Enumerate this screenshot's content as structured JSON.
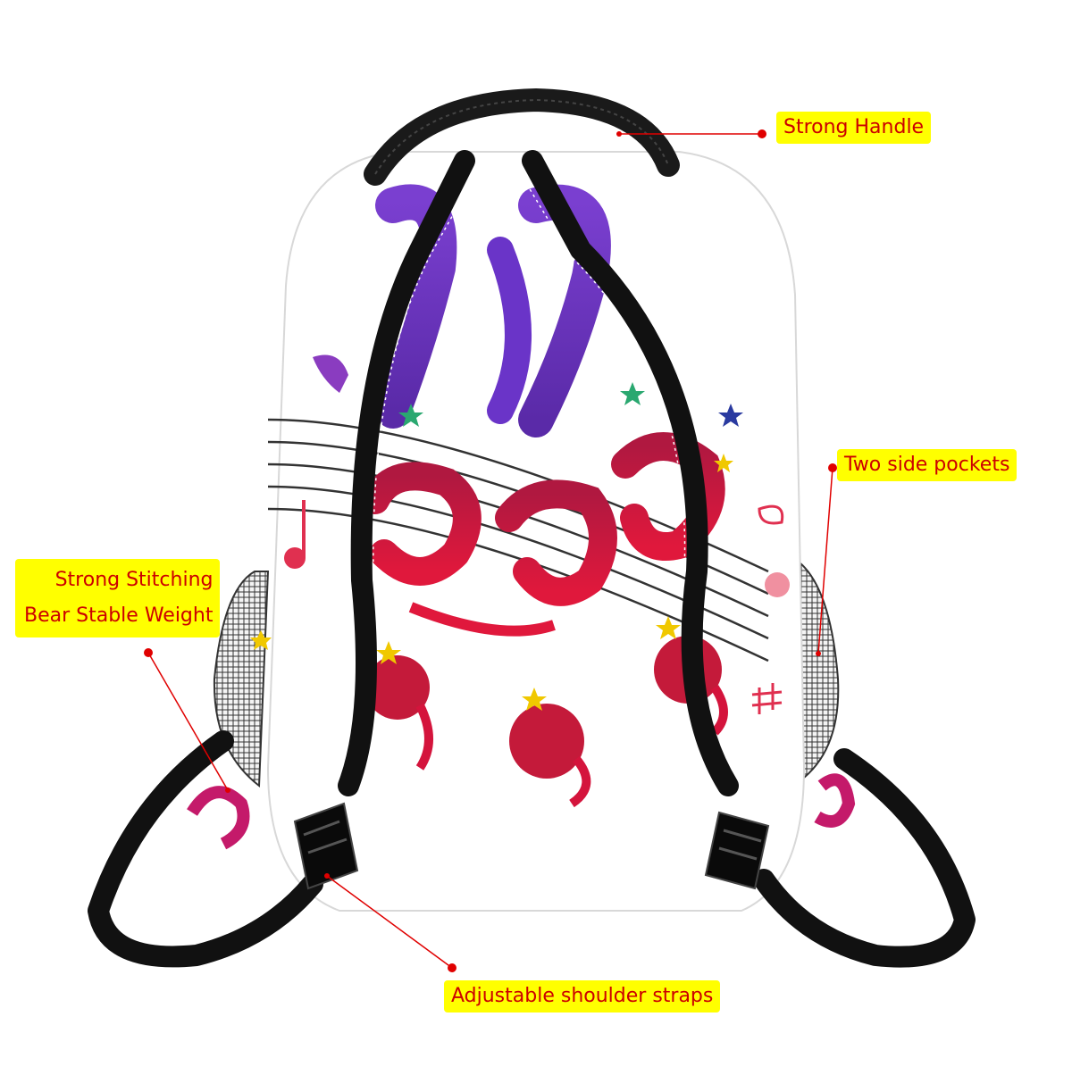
{
  "callouts": {
    "handle": "Strong Handle",
    "pockets": "Two side pockets",
    "stitching_line1": "Strong Stitching",
    "stitching_line2": "Bear Stable Weight",
    "straps": "Adjustable shoulder straps"
  },
  "colors": {
    "callout_bg": "#ffff00",
    "callout_text": "#cc0000",
    "leader_line": "#e00000",
    "strap": "#111111",
    "note_purple": "#6a34c8",
    "note_red": "#d4143c"
  },
  "illustration": {
    "subject": "backpack with musical notes print, back view",
    "icons": [
      "backpack-icon",
      "treble-clef-icon",
      "music-note-icon",
      "star-icon"
    ]
  }
}
